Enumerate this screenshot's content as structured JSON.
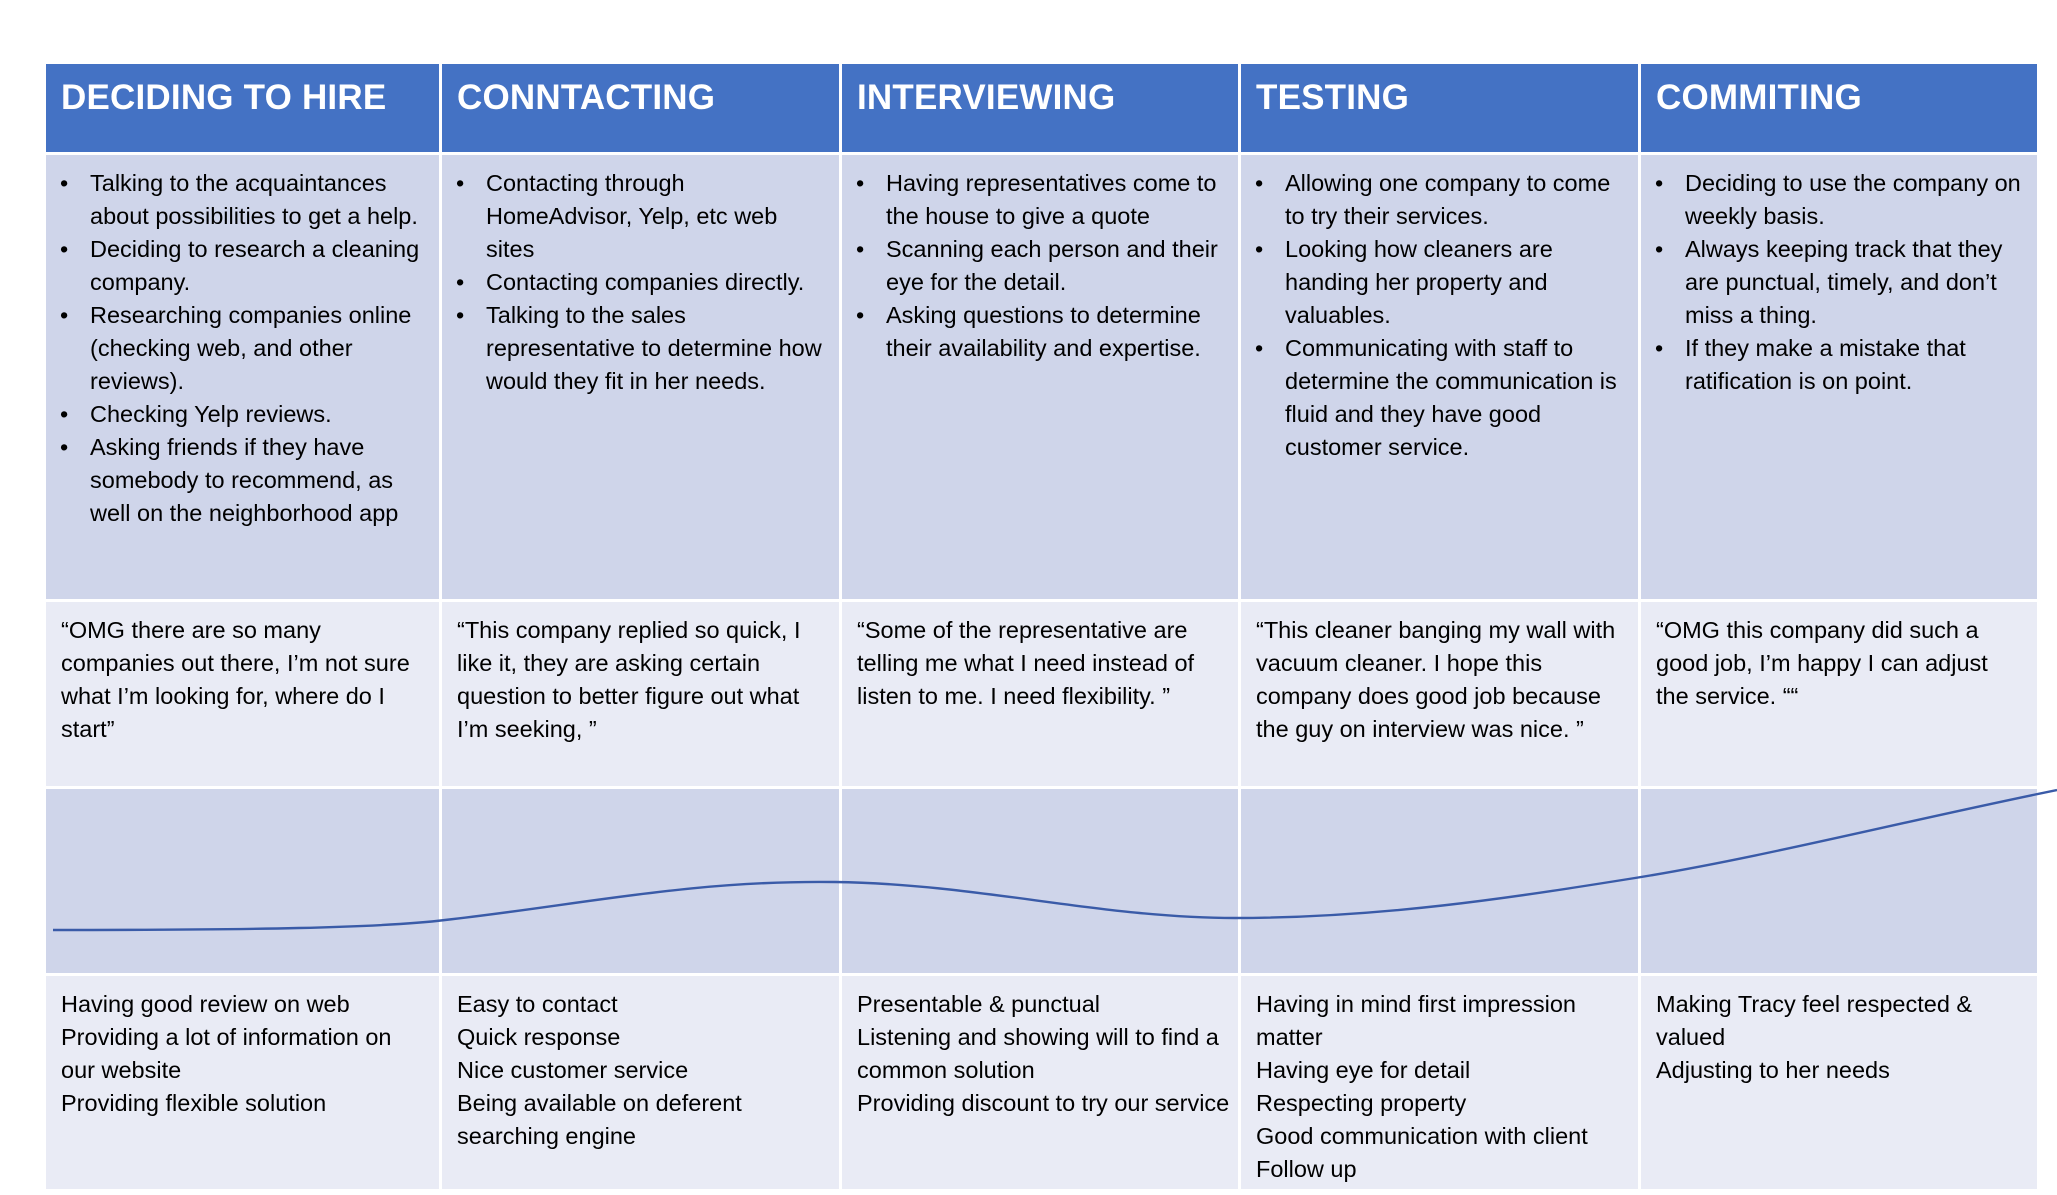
{
  "colors": {
    "header_bg": "#4472c4",
    "actions_bg": "#cfd5ea",
    "quote_bg": "#e9ebf5",
    "curve_bg": "#cfd5ea",
    "opps_bg": "#e9ebf5",
    "curve_stroke": "#3a5ba8"
  },
  "stages": [
    {
      "title": "DECIDING TO HIRE",
      "actions": [
        "Talking to the acquaintances about possibilities to get a help.",
        "Deciding to research a cleaning company.",
        "Researching companies online (checking web, and other reviews).",
        "Checking Yelp reviews.",
        "Asking friends if they have somebody to recommend, as well on the neighborhood app"
      ],
      "quote": "“OMG there are so many companies out there, I’m not sure what I’m looking for, where do I start”",
      "opportunities": [
        "Having good review on web",
        "Providing a lot of information on our website",
        "Providing flexible solution"
      ]
    },
    {
      "title": "CONNTACTING",
      "actions": [
        "Contacting through HomeAdvisor, Yelp, etc web sites",
        "Contacting companies directly.",
        "Talking to the sales representative to determine how would they fit in her needs."
      ],
      "quote": "“This company replied so quick, I like it, they are asking certain question to better figure out what I’m seeking, ”",
      "opportunities": [
        "Easy to contact",
        "Quick response",
        "Nice customer service",
        "Being available on deferent searching engine"
      ]
    },
    {
      "title": "INTERVIEWING",
      "actions": [
        "Having representatives come to the house to give a quote",
        "Scanning each person and their eye for the detail.",
        "Asking questions to determine their availability and expertise."
      ],
      "quote": "“Some of the representative are telling me what I need instead of listen to me. I need flexibility. ”",
      "opportunities": [
        "Presentable & punctual",
        "Listening and showing will to find a common solution",
        "Providing discount to try our service"
      ]
    },
    {
      "title": "TESTING",
      "actions": [
        "Allowing one company to come to try their services.",
        "Looking how cleaners are handing her property and valuables.",
        "Communicating with staff to determine the communication is fluid and they have good customer service."
      ],
      "quote": "“This cleaner banging my wall with vacuum cleaner. I hope this company does good job because the guy on interview was nice. ”",
      "opportunities": [
        "Having in mind first impression matter",
        "Having eye for detail",
        "Respecting property",
        "Good communication with client",
        "Follow up"
      ]
    },
    {
      "title": "COMMITING",
      "actions": [
        "Deciding to use the company on weekly basis.",
        "Always keeping track that they are punctual, timely, and don’t miss a thing.",
        "If they make a mistake that ratification is on point."
      ],
      "quote": "“OMG this company did such a good job, I’m happy I can adjust the service. ““",
      "opportunities": [
        "Making Tracy feel respected & valued",
        "Adjusting to her needs"
      ]
    }
  ]
}
